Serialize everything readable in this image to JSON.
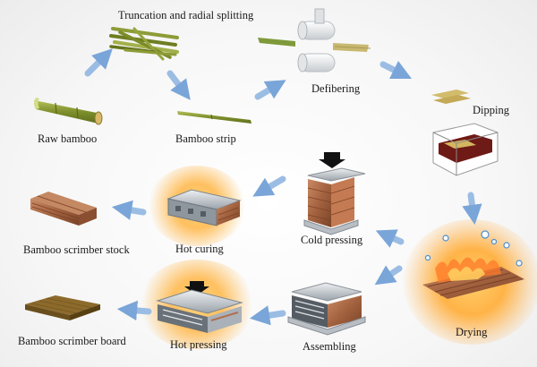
{
  "title": "Bamboo scrimber manufacturing process",
  "steps": {
    "raw_bamboo": "Raw bamboo",
    "truncation": "Truncation and radial splitting",
    "bamboo_strip": "Bamboo strip",
    "defibering": "Defibering",
    "dipping": "Dipping",
    "drying": "Drying",
    "assembling": "Assembling",
    "cold_pressing": "Cold pressing",
    "hot_curing": "Hot curing",
    "hot_pressing": "Hot pressing",
    "stock": "Bamboo scrimber stock",
    "board": "Bamboo scrimber board"
  },
  "colors": {
    "arrow": "#8fb4de",
    "glow": "#ffb347",
    "bamboo": "#8a9a3c",
    "wood": "#b0704f"
  }
}
